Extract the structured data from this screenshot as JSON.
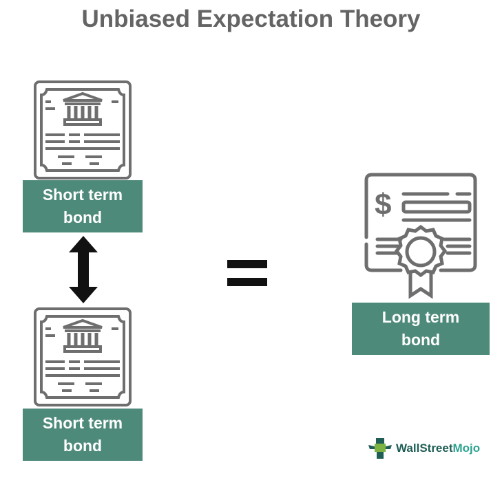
{
  "title": "Unbiased Expectation Theory",
  "short_bond_1": {
    "label_line1": "Short term",
    "label_line2": "bond"
  },
  "short_bond_2": {
    "label_line1": "Short term",
    "label_line2": "bond"
  },
  "long_bond": {
    "label_line1": "Long term",
    "label_line2": "bond"
  },
  "logo": {
    "part1": "WallStreet",
    "part2": "Mojo"
  },
  "colors": {
    "label_bg": "#4e8a7a",
    "icon": "#6e6e6e",
    "title": "#646464"
  }
}
